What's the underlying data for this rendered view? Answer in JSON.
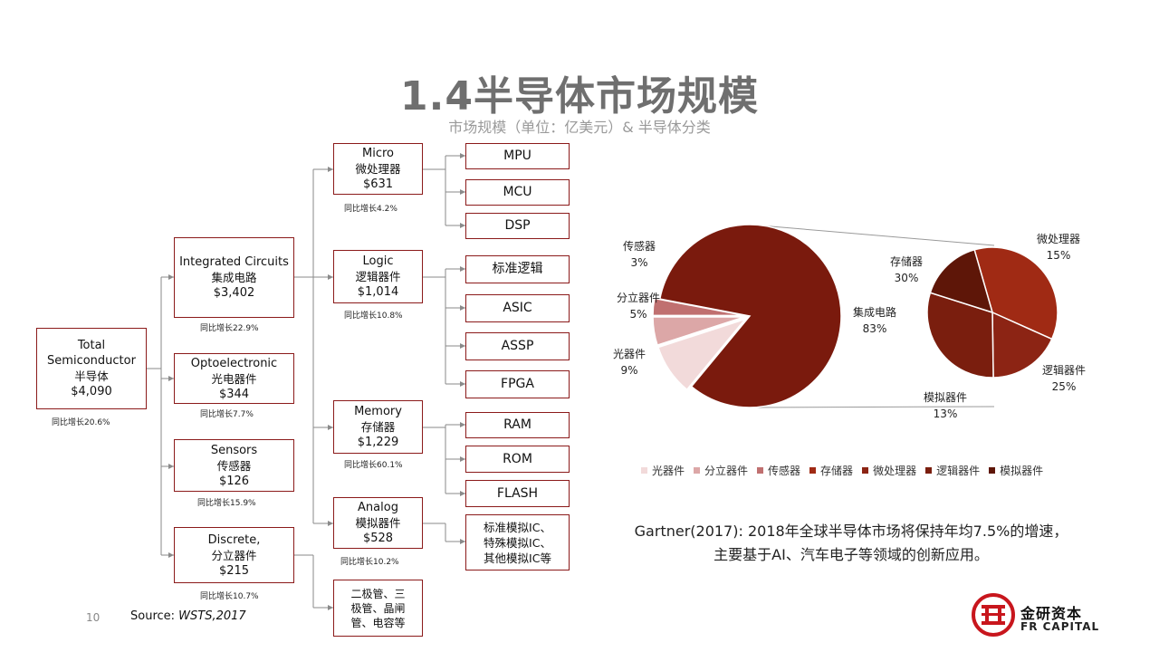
{
  "header": {
    "title": "1.4半导体市场规模",
    "subtitle": "市场规模（单位：亿美元）& 半导体分类"
  },
  "tree": {
    "root": {
      "en": "Total Semiconductor",
      "cn": "半导体",
      "value": "$4,090",
      "growth": "同比增长20.6%"
    },
    "ic": {
      "en": "Integrated Circuits",
      "cn": "集成电路",
      "value": "$3,402",
      "growth": "同比增长22.9%"
    },
    "opto": {
      "en": "Optoelectronic",
      "cn": "光电器件",
      "value": "$344",
      "growth": "同比增长7.7%"
    },
    "sensors": {
      "en": "Sensors",
      "cn": "传感器",
      "value": "$126",
      "growth": "同比增长15.9%"
    },
    "discrete": {
      "en": "Discrete,",
      "cn": "分立器件",
      "value": "$215",
      "growth": "同比增长10.7%"
    },
    "micro": {
      "en": "Micro",
      "cn": "微处理器",
      "value": "$631",
      "growth": "同比增长4.2%"
    },
    "logic": {
      "en": "Logic",
      "cn": "逻辑器件",
      "value": "$1,014",
      "growth": "同比增长10.8%"
    },
    "memory": {
      "en": "Memory",
      "cn": "存储器",
      "value": "$1,229",
      "growth": "同比增长60.1%"
    },
    "analog": {
      "en": "Analog",
      "cn": "模拟器件",
      "value": "$528",
      "growth": "同比增长10.2%"
    },
    "leaves": {
      "mpu": "MPU",
      "mcu": "MCU",
      "dsp": "DSP",
      "std_logic": "标准逻辑",
      "asic": "ASIC",
      "assp": "ASSP",
      "fpga": "FPGA",
      "ram": "RAM",
      "rom": "ROM",
      "flash": "FLASH",
      "analog_l1": "标准模拟IC、",
      "analog_l2": "特殊模拟IC、",
      "analog_l3": "其他模拟IC等",
      "disc_l1": "二极管、三",
      "disc_l2": "极管、晶闸",
      "disc_l3": "管、电容等"
    }
  },
  "chart_data": [
    {
      "type": "pie",
      "slices": [
        {
          "label": "光器件",
          "value": 9,
          "pct": "9%",
          "color": "#f2dada"
        },
        {
          "label": "分立器件",
          "value": 5,
          "pct": "5%",
          "color": "#dca7a7"
        },
        {
          "label": "传感器",
          "value": 3,
          "pct": "3%",
          "color": "#c07070"
        },
        {
          "label": "集成电路",
          "value": 83,
          "pct": "83%",
          "color": "#7a1a0d"
        }
      ]
    },
    {
      "type": "pie",
      "slices": [
        {
          "label": "存储器",
          "value": 30,
          "pct": "30%",
          "color": "#a02a14"
        },
        {
          "label": "微处理器",
          "value": 15,
          "pct": "15%",
          "color": "#8c2414"
        },
        {
          "label": "逻辑器件",
          "value": 25,
          "pct": "25%",
          "color": "#7a1e0e"
        },
        {
          "label": "模拟器件",
          "value": 13,
          "pct": "13%",
          "color": "#5e1608"
        }
      ]
    }
  ],
  "legend": [
    {
      "label": "光器件",
      "color": "#f2dada"
    },
    {
      "label": "分立器件",
      "color": "#dca7a7"
    },
    {
      "label": "传感器",
      "color": "#c07070"
    },
    {
      "label": "存储器",
      "color": "#a02a14"
    },
    {
      "label": "微处理器",
      "color": "#8c2414"
    },
    {
      "label": "逻辑器件",
      "color": "#7a1e0e"
    },
    {
      "label": "模拟器件",
      "color": "#5e1608"
    }
  ],
  "note": {
    "line1": "Gartner(2017): 2018年全球半导体市场将保持年均7.5%的增速，",
    "line2": "主要基于AI、汽车电子等领域的创新应用。"
  },
  "footer": {
    "page": "10",
    "source_label": "Source:",
    "source_value": "WSTS,2017",
    "logo_cn": "金研资本",
    "logo_en": "FR CAPITAL",
    "logo_icon": "fr-capital-logo-icon",
    "brand_color": "#c8161d"
  }
}
